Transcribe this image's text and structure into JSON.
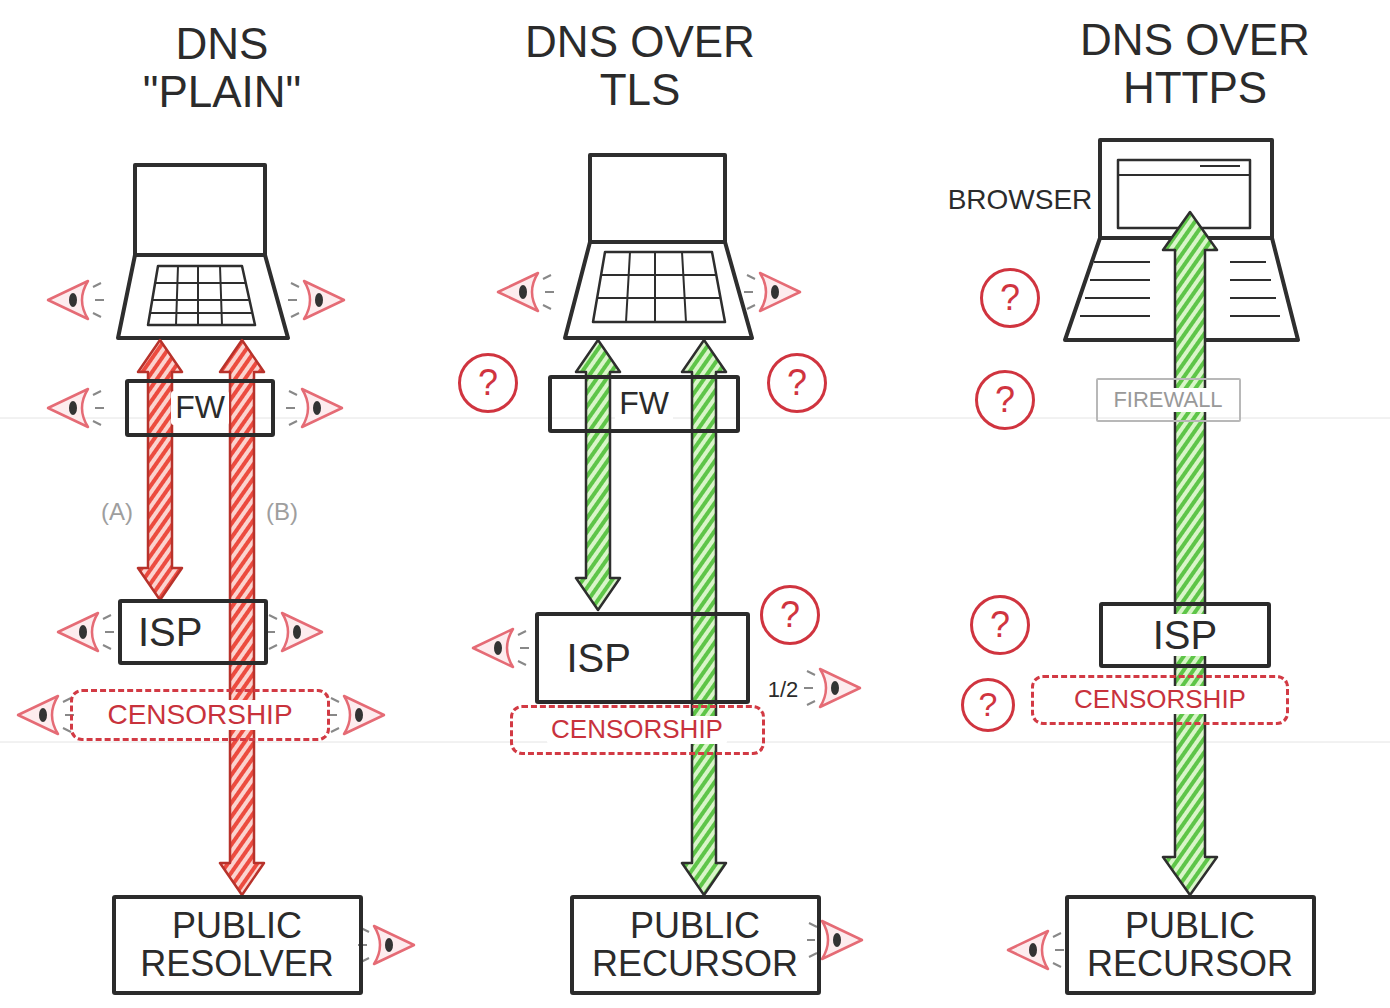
{
  "diagram": {
    "nodes": [
      {
        "text": [
          "FW"
        ]
      },
      {
        "text": [
          "ISP"
        ]
      },
      {
        "text": [
          "CENSORSHIP"
        ]
      },
      {
        "text": [
          "PUBLIC RESOLVER"
        ]
      },
      {
        "text": [
          "?"
        ]
      },
      {
        "text": [
          "FW"
        ]
      },
      {
        "text": [
          "?"
        ]
      },
      {
        "text": [
          "?"
        ]
      },
      {
        "text": [
          "ISP"
        ]
      },
      {
        "text": [
          "CENSORSHIP"
        ]
      },
      {
        "text": [
          "PUBLIC RECURSOR"
        ]
      },
      {
        "text": [
          "?"
        ]
      },
      {
        "text": [
          "?"
        ]
      },
      {
        "text": [
          "FIREWALL"
        ]
      },
      {
        "text": [
          "?"
        ]
      },
      {
        "text": [
          "ISP"
        ]
      },
      {
        "text": [
          "?"
        ]
      },
      {
        "text": [
          "CENSORSHIP"
        ]
      },
      {
        "text": [
          "PUBLIC RECURSOR"
        ]
      }
    ],
    "labels": [
      "DNS \"PLAIN\"",
      "DNS OVER TLS",
      "DNS OVER HTTPS",
      "(A)",
      "(B)",
      "BROWSER",
      "1/2"
    ]
  }
}
